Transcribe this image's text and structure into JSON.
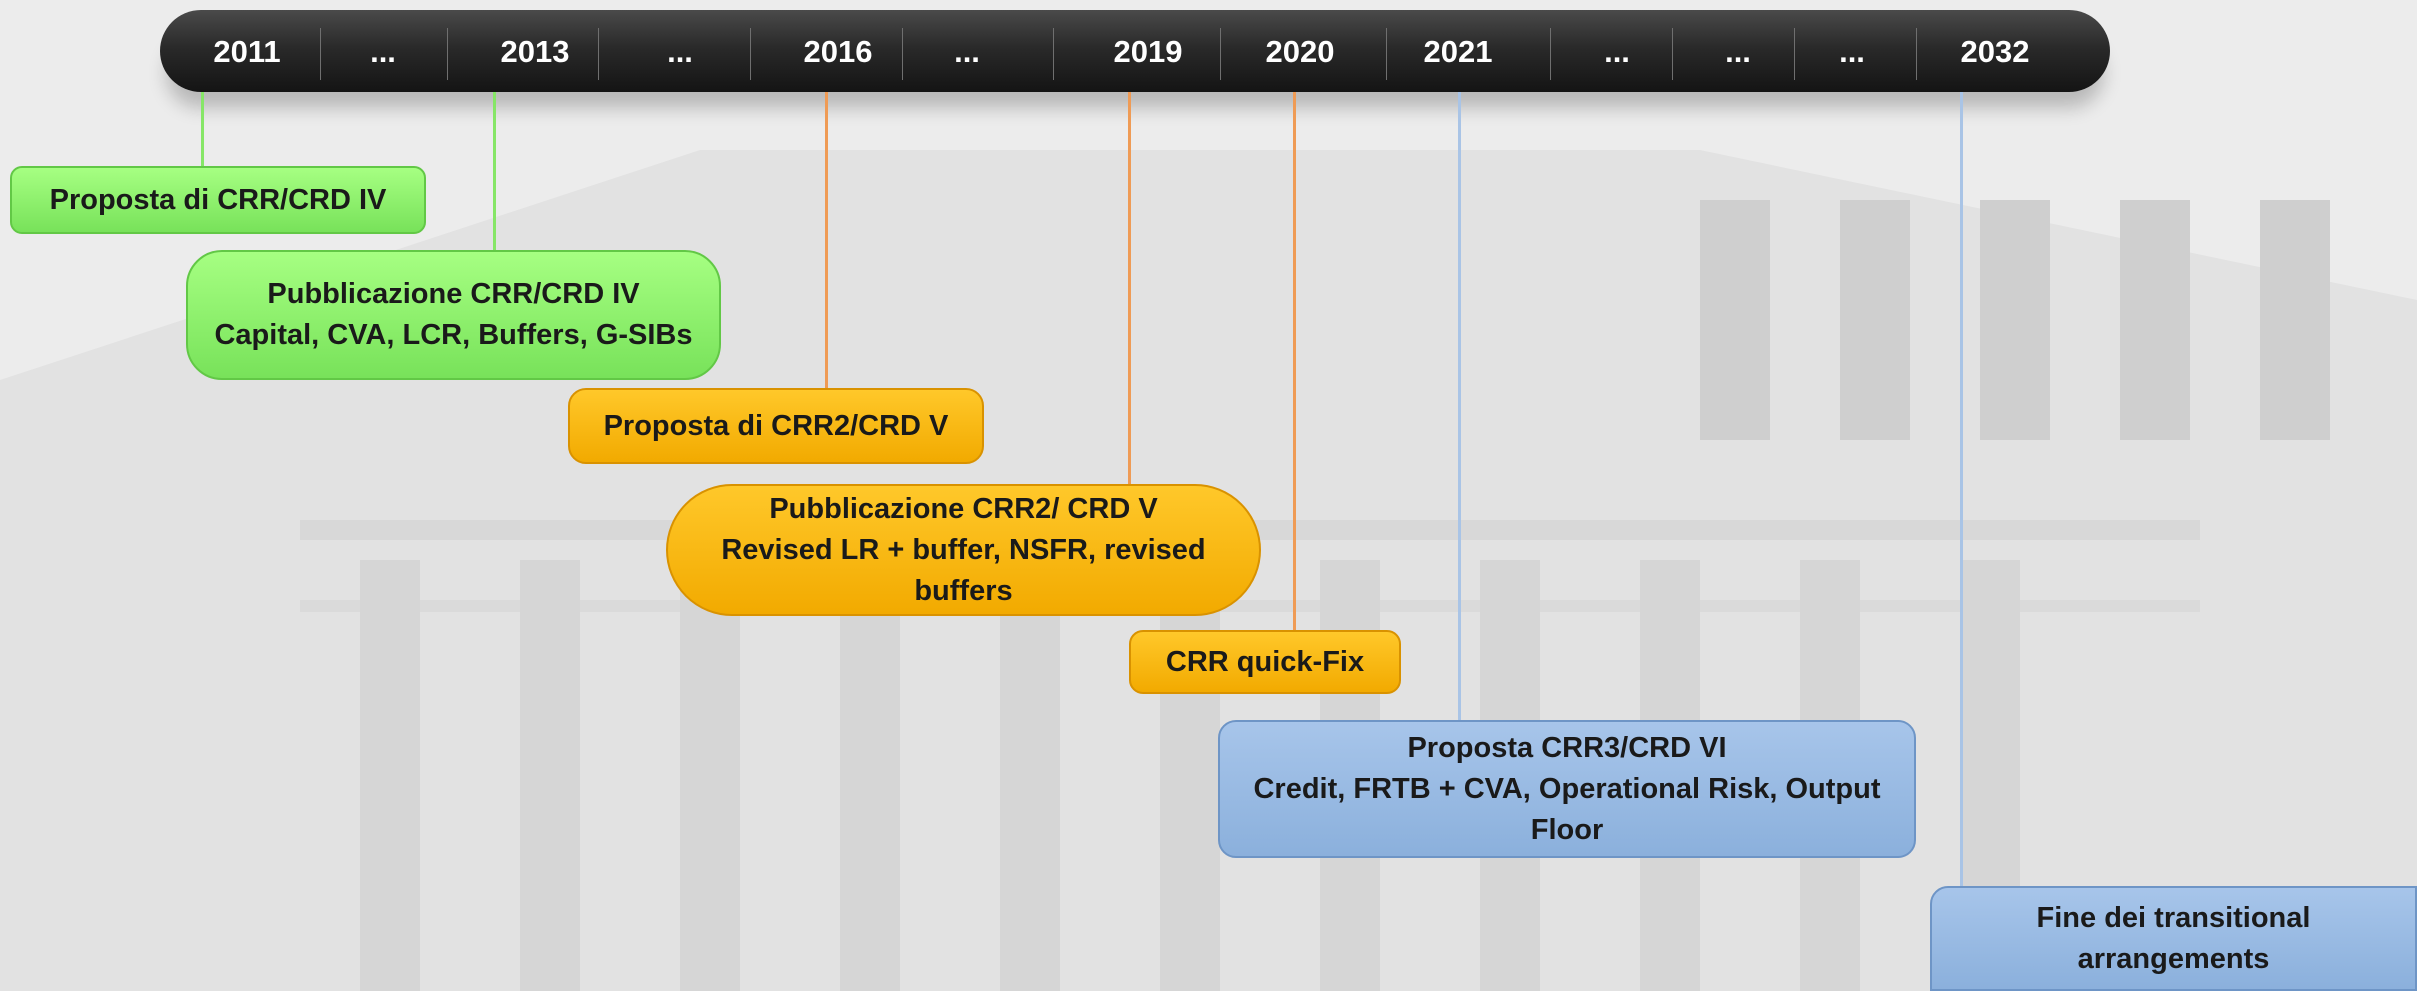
{
  "timeline": {
    "labels": [
      "2011",
      "...",
      "2013",
      "...",
      "2016",
      "...",
      "2019",
      "2020",
      "2021",
      "...",
      "...",
      "...",
      "2032"
    ]
  },
  "events": {
    "crr_proposal": {
      "lines": [
        "Proposta di CRR/CRD IV"
      ],
      "color": "#8cf06a"
    },
    "crr_publication": {
      "lines": [
        "Pubblicazione CRR/CRD IV",
        "Capital, CVA, LCR, Buffers, G-SIBs"
      ],
      "color": "#8cf06a"
    },
    "crr2_proposal": {
      "lines": [
        "Proposta di CRR2/CRD V"
      ],
      "color": "#f8b800"
    },
    "crr2_publication": {
      "lines": [
        "Pubblicazione CRR2/ CRD V",
        "Revised LR + buffer, NSFR, revised",
        "buffers"
      ],
      "color": "#f8b800"
    },
    "crr_quick_fix": {
      "lines": [
        "CRR quick-Fix"
      ],
      "color": "#f8b800"
    },
    "crr3_proposal": {
      "lines": [
        "Proposta CRR3/CRD VI",
        "Credit, FRTB + CVA, Operational Risk, Output",
        "Floor"
      ],
      "color": "#9bbbe4"
    },
    "transitional_end": {
      "lines": [
        "Fine dei transitional",
        "arrangements"
      ],
      "color": "#9bbbe4"
    }
  }
}
